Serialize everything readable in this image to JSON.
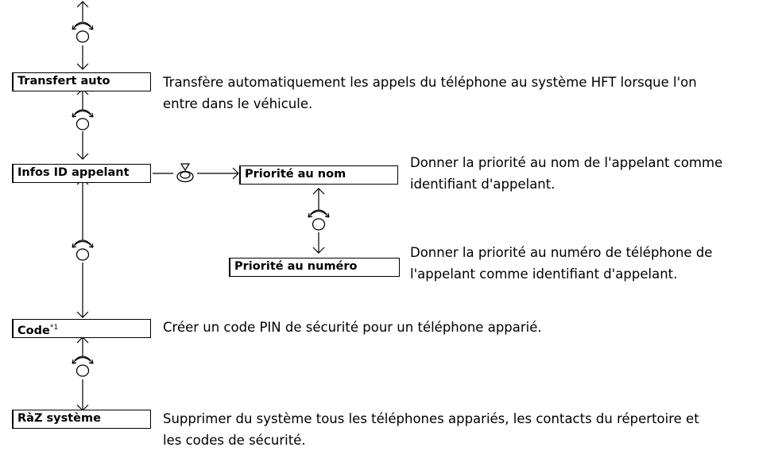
{
  "menu": [
    {
      "id": "transfert",
      "label": "Transfert auto",
      "description_lines": [
        "Transfère automatiquement les appels du téléphone au système HFT lorsque l'on",
        "entre dans le véhicule."
      ]
    },
    {
      "id": "infos",
      "label": "Infos ID appelant"
    },
    {
      "id": "code",
      "label": "Code",
      "footnote": "*1",
      "description_lines": [
        "Créer un code PIN de sécurité pour un téléphone apparié."
      ]
    },
    {
      "id": "raz",
      "label": "RàZ système",
      "description_lines": [
        "Supprimer du système tous les téléphones appariés, les contacts du répertoire et",
        "les codes de sécurité."
      ]
    }
  ],
  "submenu": [
    {
      "id": "nom",
      "label": "Priorité au nom",
      "description_lines": [
        "Donner la priorité au nom de l'appelant comme",
        "identifiant d'appelant."
      ]
    },
    {
      "id": "numero",
      "label": "Priorité au numéro",
      "description_lines": [
        "Donner la priorité au numéro de téléphone de",
        "l'appelant comme identifiant d'appelant."
      ]
    }
  ],
  "icons": {
    "rotate": "selector-knob-rotate-icon",
    "press": "selector-knob-press-icon"
  }
}
